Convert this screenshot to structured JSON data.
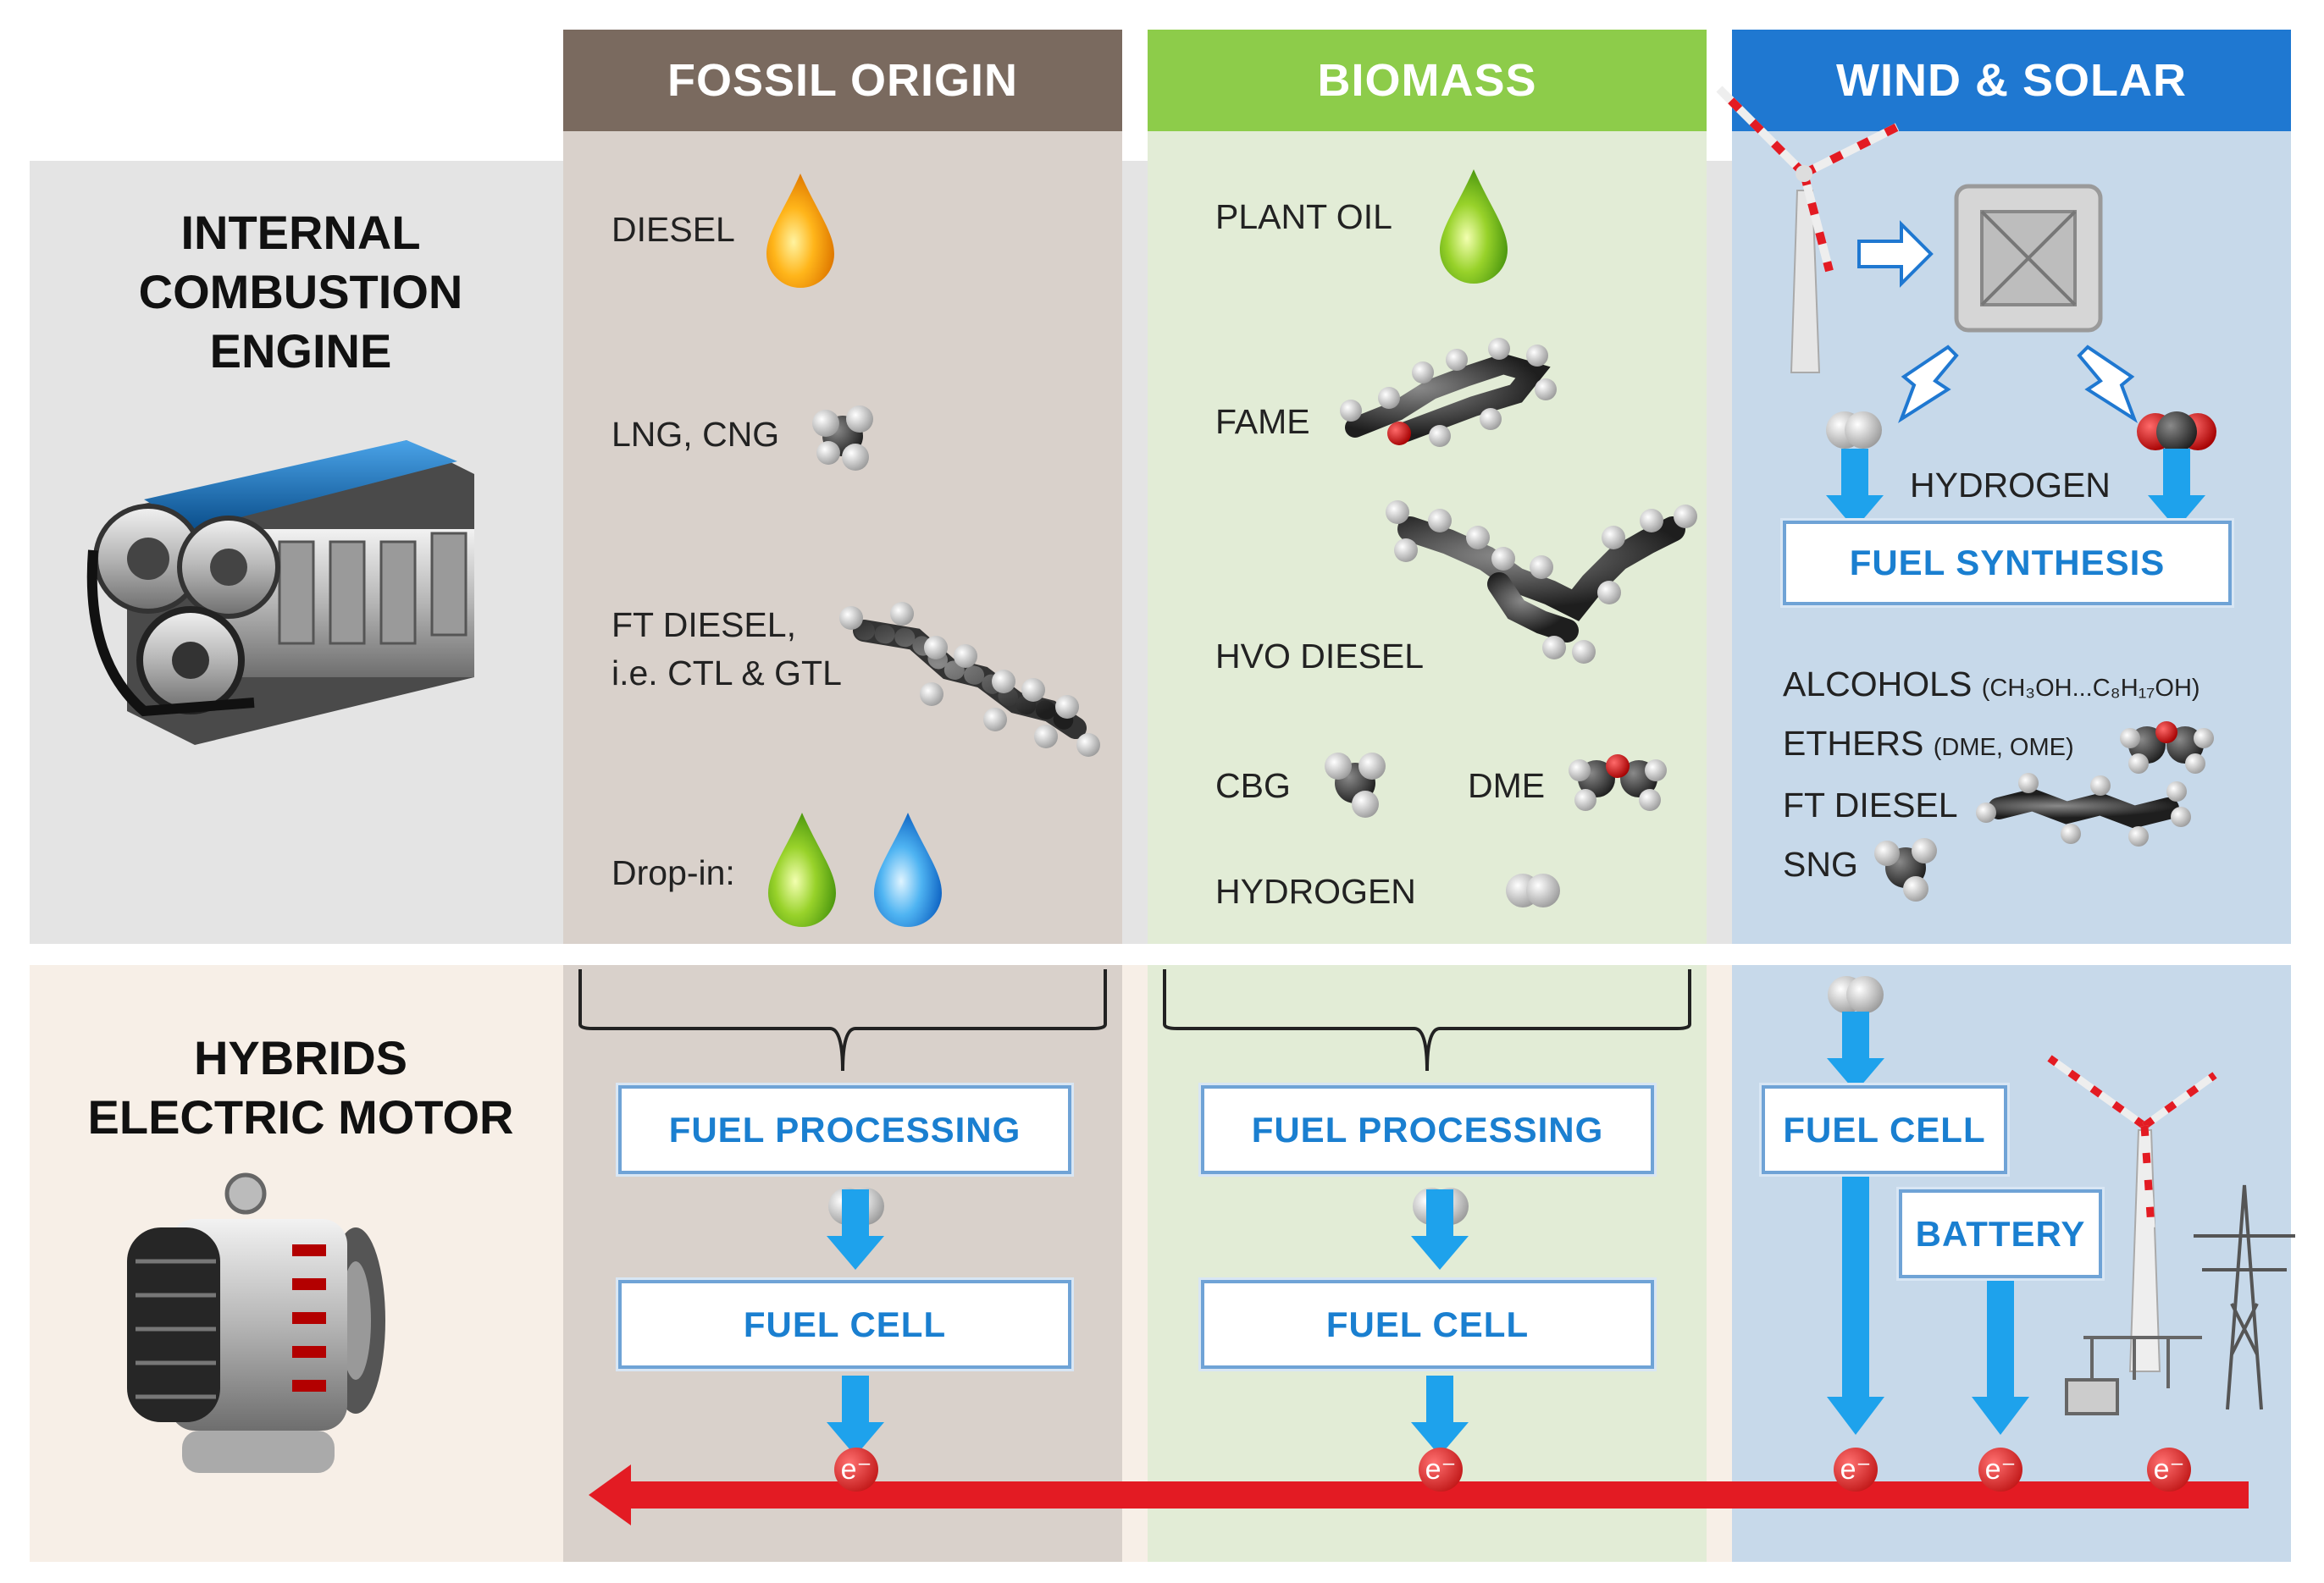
{
  "columns": {
    "fossil": {
      "title": "FOSSIL ORIGIN",
      "color": "#7a6a5f"
    },
    "biomass": {
      "title": "BIOMASS",
      "color": "#8dcc4a"
    },
    "wind_solar": {
      "title": "WIND & SOLAR",
      "color": "#1f78d1"
    }
  },
  "rows": {
    "ice": {
      "line1": "INTERNAL",
      "line2": "COMBUSTION",
      "line3": "ENGINE"
    },
    "hybrid": {
      "line1": "HYBRIDS",
      "line2": "ELECTRIC MOTOR"
    }
  },
  "fossil_fuels": {
    "diesel": "DIESEL",
    "lng_cng": "LNG, CNG",
    "ft_diesel_1": "FT DIESEL,",
    "ft_diesel_2": "i.e. CTL & GTL",
    "drop_in": "Drop-in:"
  },
  "biomass_fuels": {
    "plant_oil": "PLANT OIL",
    "fame": "FAME",
    "hvo_diesel": "HVO DIESEL",
    "cbg": "CBG",
    "dme": "DME",
    "hydrogen": "HYDROGEN"
  },
  "wind_solar_fuels": {
    "hydrogen": "HYDROGEN",
    "fuel_synthesis": "FUEL SYNTHESIS",
    "alcohols": "ALCOHOLS",
    "alcohols_note": "(CH₃OH...C₈H₁₇OH)",
    "ethers": "ETHERS",
    "ethers_note": "(DME, OME)",
    "ft_diesel": "FT DIESEL",
    "sng": "SNG"
  },
  "boxes": {
    "fuel_processing": "FUEL PROCESSING",
    "fuel_cell": "FUEL CELL",
    "battery": "BATTERY"
  },
  "electron": "e⁻"
}
